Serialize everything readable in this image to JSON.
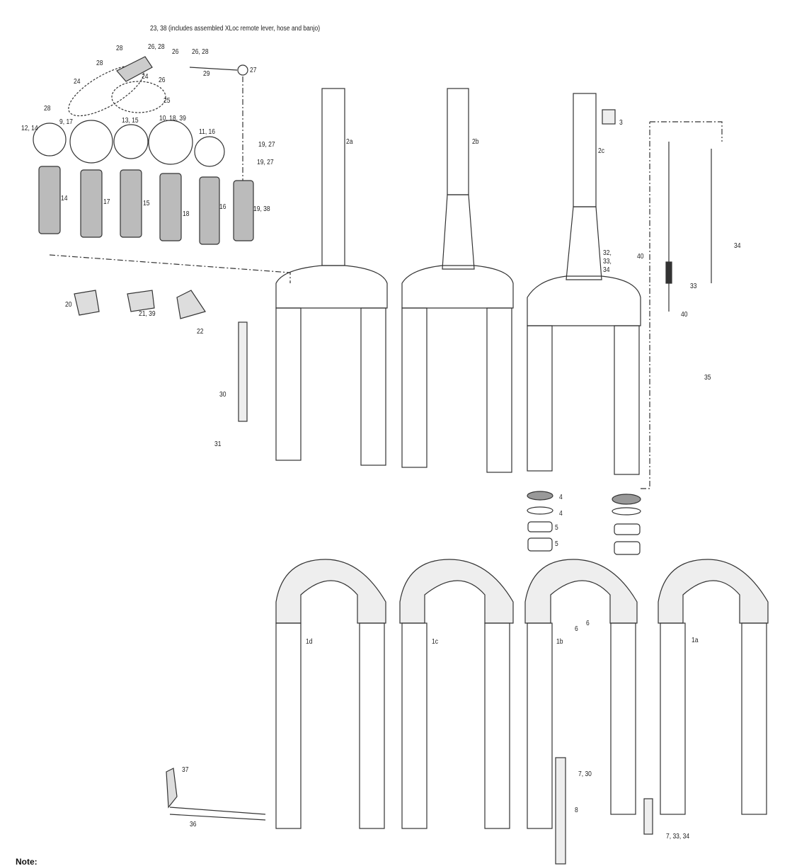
{
  "callouts": [
    "23, 38 (includes assembled XLoc remote lever, hose and banjo)",
    "28",
    "26, 28",
    "26",
    "26, 28",
    "27",
    "29",
    "28",
    "24",
    "26",
    "24",
    "25",
    "28",
    "9, 17",
    "13, 15",
    "10, 18, 39",
    "12, 14",
    "11, 16",
    "3",
    "19, 27",
    "19, 27",
    "2a",
    "2b",
    "2c",
    "14",
    "17",
    "15",
    "18",
    "16",
    "19, 38",
    "34",
    "32,\n33,\n34",
    "40",
    "33",
    "40",
    "20",
    "21, 39",
    "22",
    "35",
    "30",
    "31",
    "4",
    "4",
    "5",
    "5",
    "6",
    "6",
    "1d",
    "1c",
    "1b",
    "1a",
    "37",
    "7, 30",
    "8",
    "36",
    "7, 33, 34"
  ],
  "note": "Note:"
}
